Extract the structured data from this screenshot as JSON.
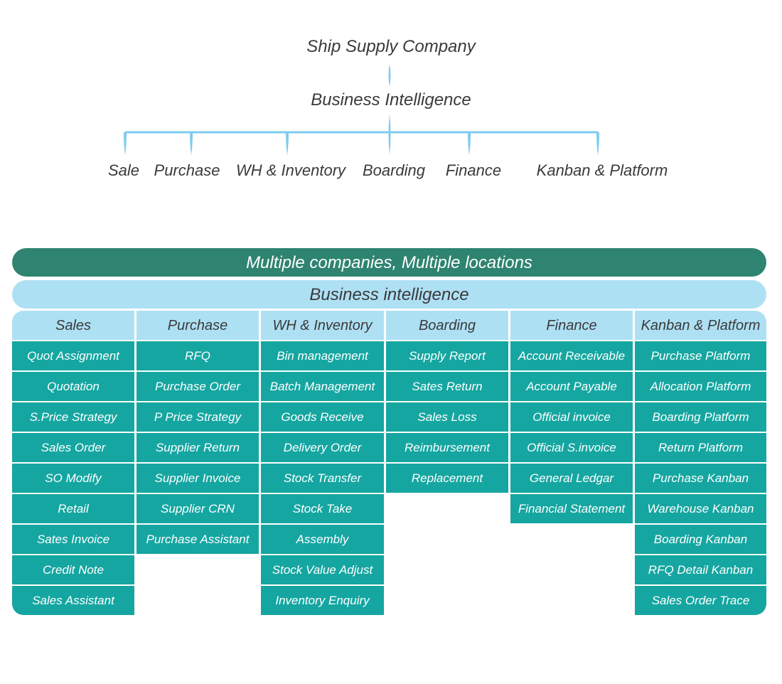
{
  "tree": {
    "company": "Ship Supply Company",
    "business_intelligence": "Business Intelligence",
    "modules": [
      "Sale",
      "Purchase",
      "WH & Inventory",
      "Boarding",
      "Finance",
      "Kanban & Platform"
    ]
  },
  "banners": {
    "multi": "Multiple companies, Multiple locations",
    "bi": "Business intelligence"
  },
  "columns": [
    {
      "header": "Sales",
      "items": [
        "Quot Assignment",
        "Quotation",
        "S.Price Strategy",
        "Sales Order",
        "SO Modify",
        "Retail",
        "Sates Invoice",
        "Credit Note",
        "Sales Assistant"
      ]
    },
    {
      "header": "Purchase",
      "items": [
        "RFQ",
        "Purchase Order",
        "P Price Strategy",
        "Supplier Return",
        "Supplier Invoice",
        "Supplier CRN",
        "Purchase Assistant"
      ]
    },
    {
      "header": "WH & Inventory",
      "items": [
        "Bin management",
        "Batch Management",
        "Goods Receive",
        "Delivery Order",
        "Stock Transfer",
        "Stock Take",
        "Assembly",
        "Stock Value Adjust",
        "Inventory Enquiry"
      ]
    },
    {
      "header": "Boarding",
      "items": [
        "Supply Report",
        "Sates Return",
        "Sales Loss",
        "Reimbursement",
        "Replacement"
      ]
    },
    {
      "header": "Finance",
      "items": [
        "Account Receivable",
        "Account Payable",
        "Official invoice",
        "Official S.invoice",
        "General Ledgar",
        "Financial Statement"
      ]
    },
    {
      "header": "Kanban & Platform",
      "items": [
        "Purchase Platform",
        "Allocation Platform",
        "Boarding Platform",
        "Return Platform",
        "Purchase Kanban",
        "Warehouse Kanban",
        "Boarding Kanban",
        "RFQ Detail Kanban",
        "Sales Order Trace"
      ]
    }
  ],
  "colors": {
    "line": "#7ecbee",
    "banner_dark": "#2e8470",
    "banner_light": "#aee0f4",
    "cell": "#15a6a1",
    "text_dark": "#3a3a3a",
    "text_light": "#ffffff"
  }
}
